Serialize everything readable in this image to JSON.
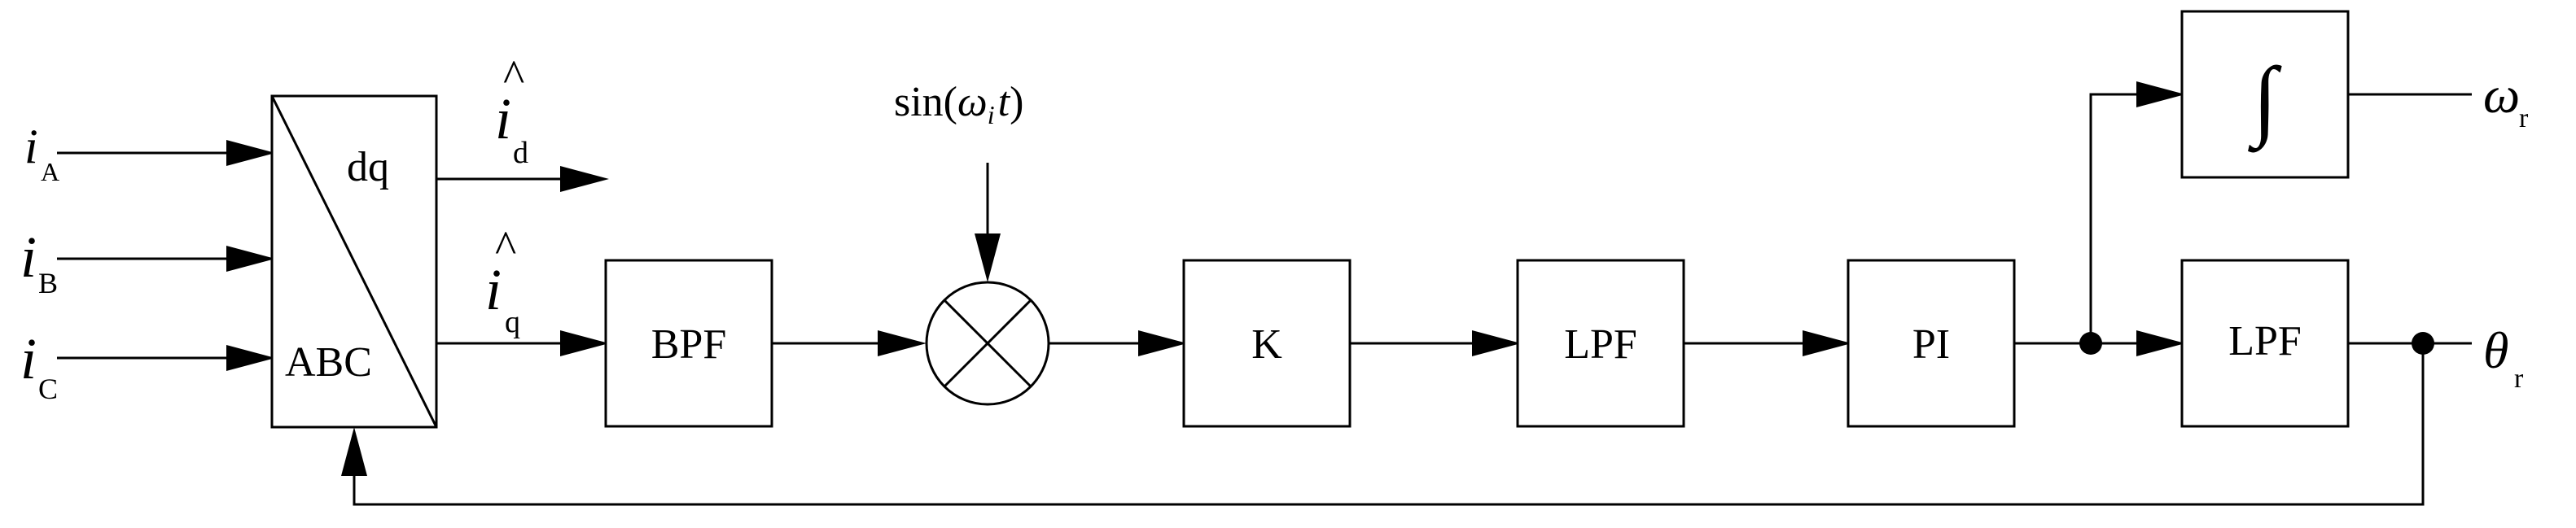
{
  "diagram": {
    "inputs": {
      "ia": {
        "main": "i",
        "sub": "A"
      },
      "ib": {
        "main": "i",
        "sub": "B"
      },
      "ic": {
        "main": "i",
        "sub": "C"
      }
    },
    "transform": {
      "top": "dq",
      "bottom": "ABC"
    },
    "currents": {
      "id_hat": {
        "main": "i",
        "hat": "^",
        "sub": "d"
      },
      "iq_hat": {
        "main": "i",
        "hat": "^",
        "sub": "q"
      }
    },
    "blocks": {
      "bpf": "BPF",
      "gain": "K",
      "lpf1": "LPF",
      "pi": "PI",
      "lpf2": "LPF",
      "integrator": "∫"
    },
    "carrier": {
      "prefix": "sin(",
      "omega": "ω",
      "sub": "i",
      "t": "t",
      "suffix": ")"
    },
    "outputs": {
      "omega": {
        "main": "ω",
        "sub": "r"
      },
      "theta": {
        "main": "θ",
        "sub": "r"
      }
    }
  }
}
